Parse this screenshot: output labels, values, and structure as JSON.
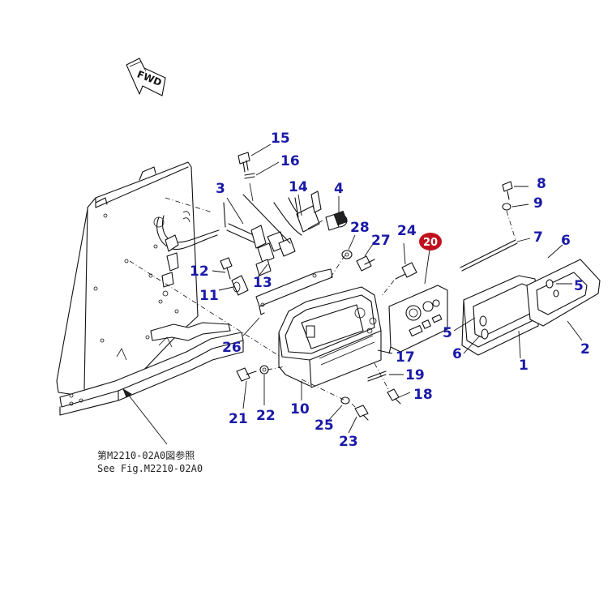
{
  "direction_arrow": {
    "text": "FWD"
  },
  "reference_note": {
    "line1": "第M2210-02A0図参照",
    "line2": "See Fig.M2210-02A0"
  },
  "highlight_color": "#c0121e",
  "label_color": "#1a1aa8",
  "parts": [
    {
      "id": "p1",
      "label": "1"
    },
    {
      "id": "p2",
      "label": "2"
    },
    {
      "id": "p3",
      "label": "3"
    },
    {
      "id": "p4",
      "label": "4"
    },
    {
      "id": "p5a",
      "label": "5"
    },
    {
      "id": "p5b",
      "label": "5"
    },
    {
      "id": "p6a",
      "label": "6"
    },
    {
      "id": "p6b",
      "label": "6"
    },
    {
      "id": "p7",
      "label": "7"
    },
    {
      "id": "p8",
      "label": "8"
    },
    {
      "id": "p9",
      "label": "9"
    },
    {
      "id": "p10",
      "label": "10"
    },
    {
      "id": "p11",
      "label": "11"
    },
    {
      "id": "p12",
      "label": "12"
    },
    {
      "id": "p13",
      "label": "13"
    },
    {
      "id": "p14",
      "label": "14"
    },
    {
      "id": "p15",
      "label": "15"
    },
    {
      "id": "p16",
      "label": "16"
    },
    {
      "id": "p17",
      "label": "17"
    },
    {
      "id": "p18",
      "label": "18"
    },
    {
      "id": "p19",
      "label": "19"
    },
    {
      "id": "p21",
      "label": "21"
    },
    {
      "id": "p22",
      "label": "22"
    },
    {
      "id": "p23",
      "label": "23"
    },
    {
      "id": "p24",
      "label": "24"
    },
    {
      "id": "p25",
      "label": "25"
    },
    {
      "id": "p26",
      "label": "26"
    },
    {
      "id": "p27",
      "label": "27"
    },
    {
      "id": "p28",
      "label": "28"
    }
  ],
  "highlighted_part": {
    "label": "20"
  }
}
